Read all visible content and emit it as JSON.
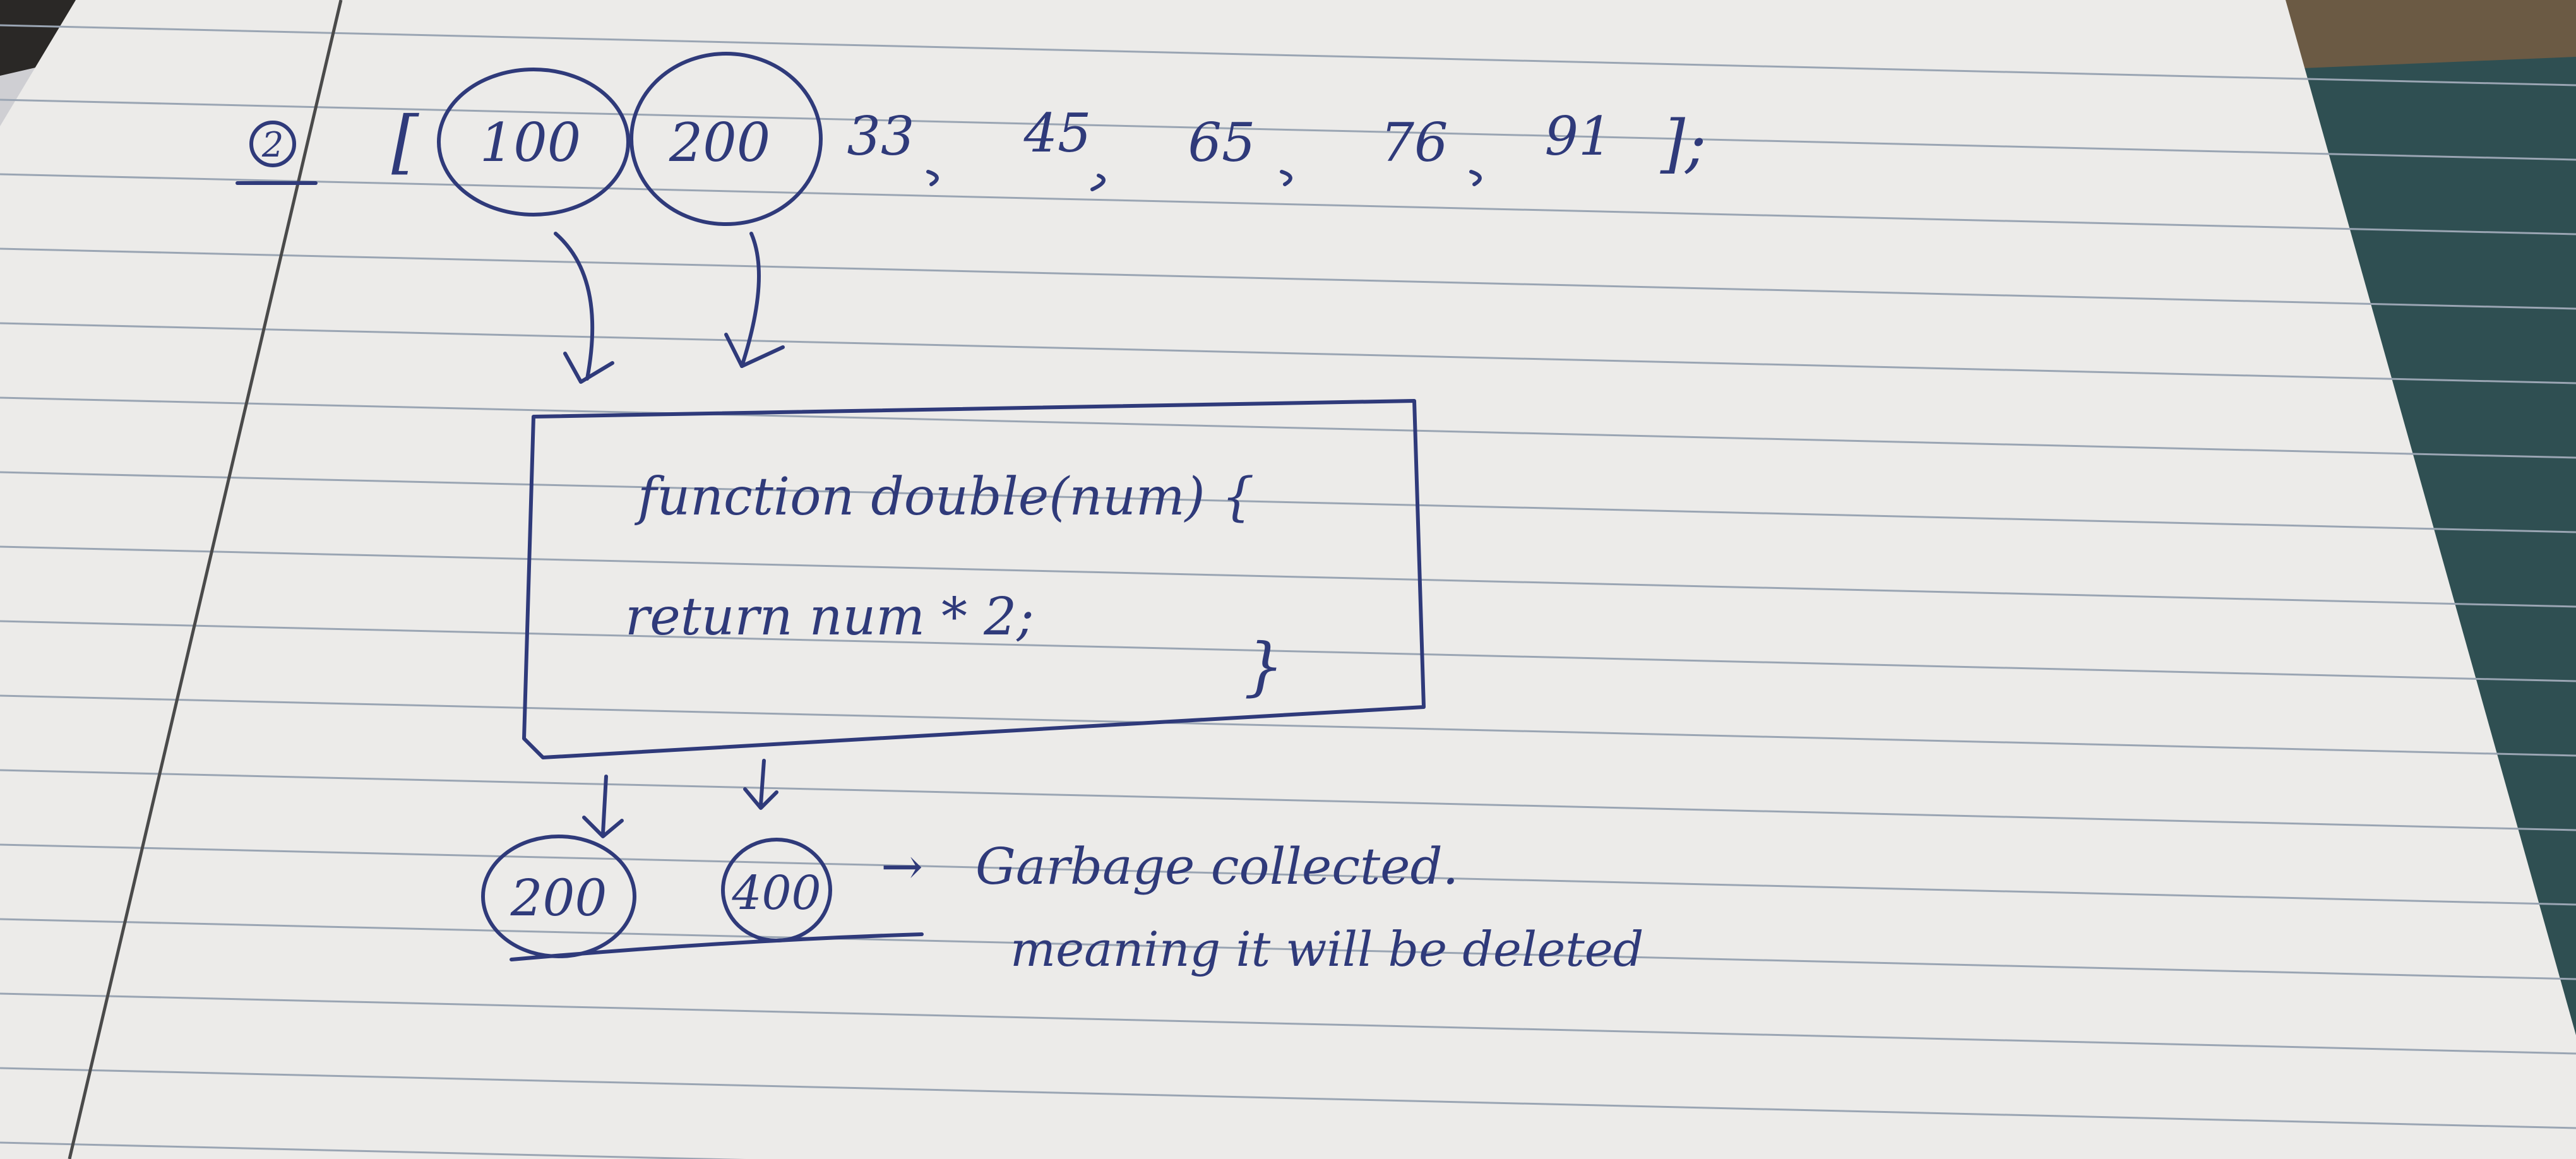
{
  "note": {
    "item_number": "2",
    "array_open": "[",
    "array_values": [
      "100",
      "200",
      "33",
      "45",
      "65",
      "76",
      "91"
    ],
    "array_close": "];",
    "function_line1": "function double(num) {",
    "function_line2": "return num * 2;",
    "function_close": "}",
    "results": [
      "200",
      "400"
    ],
    "arrow_label": "→",
    "gc_line1": "Garbage collected.",
    "gc_line2": "meaning it will be deleted",
    "colors": {
      "ink": "#2f3a7a",
      "paper": "#ecebe9",
      "rule_line": "#9aa5b3",
      "margin_line": "#4a4a4a",
      "background": "#2a2826"
    }
  }
}
